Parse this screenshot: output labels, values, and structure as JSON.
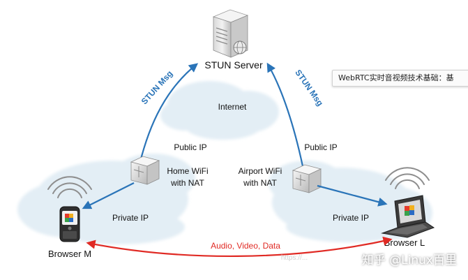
{
  "labels": {
    "stun_server": "STUN Server",
    "internet": "Internet",
    "stun_msg_left": "STUN Msg",
    "stun_msg_right": "STUN Msg",
    "public_ip_left": "Public IP",
    "public_ip_right": "Public IP",
    "home_wifi_line1": "Home WiFi",
    "home_wifi_line2": "with NAT",
    "airport_wifi_line1": "Airport WiFi",
    "airport_wifi_line2": "with NAT",
    "private_ip_left": "Private IP",
    "private_ip_right": "Private IP",
    "browser_m": "Browser M",
    "browser_l": "Browser L",
    "media_link": "Audio, Video, Data",
    "faint_url": "https://..."
  },
  "tooltip": {
    "text": "WebRTC实时音视频技术基础：基"
  },
  "watermark": {
    "text": "知乎 @Linux百里"
  },
  "colors": {
    "blue_arrow": "#2a74b8",
    "red_arrow": "#e02a24",
    "cloud": "#e3eef5"
  },
  "icons": {
    "server": "server-icon",
    "router_left": "router-icon",
    "router_right": "router-icon",
    "phone": "phone-icon",
    "laptop": "laptop-icon",
    "signal_left": "wireless-signal-icon",
    "signal_right": "wireless-signal-icon"
  }
}
